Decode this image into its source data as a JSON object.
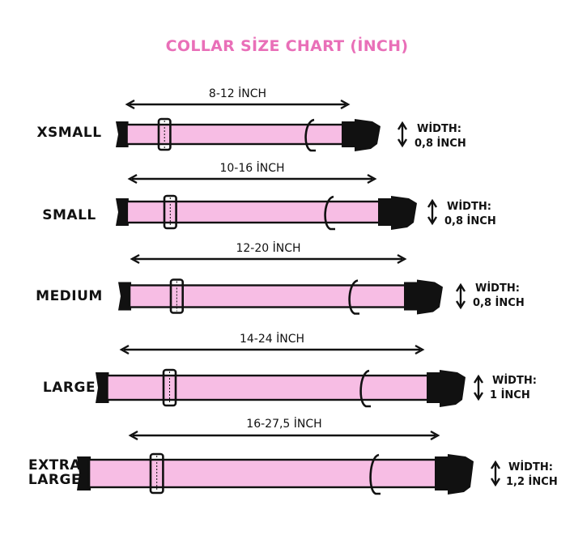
{
  "title": "COLLAR SİZE CHART  (İNCH)",
  "colors": {
    "title": "#e96fb8",
    "strap": "#f7bde4",
    "outline": "#111111"
  },
  "sizes": [
    {
      "label": "XSMALL",
      "length": "8-12 İNCH",
      "width_title": "WİDTH:",
      "width_value": "0,8 İNCH"
    },
    {
      "label": "SMALL",
      "length": "10-16 İNCH",
      "width_title": "WİDTH:",
      "width_value": "0,8 İNCH"
    },
    {
      "label": "MEDIUM",
      "length": "12-20 İNCH",
      "width_title": "WİDTH:",
      "width_value": "0,8 İNCH"
    },
    {
      "label": "LARGE",
      "length": "14-24 İNCH",
      "width_title": "WİDTH:",
      "width_value": "1 İNCH"
    },
    {
      "label": "EXTRA\nLARGE",
      "length": "16-27,5 İNCH",
      "width_title": "WİDTH:",
      "width_value": "1,2 İNCH"
    }
  ]
}
